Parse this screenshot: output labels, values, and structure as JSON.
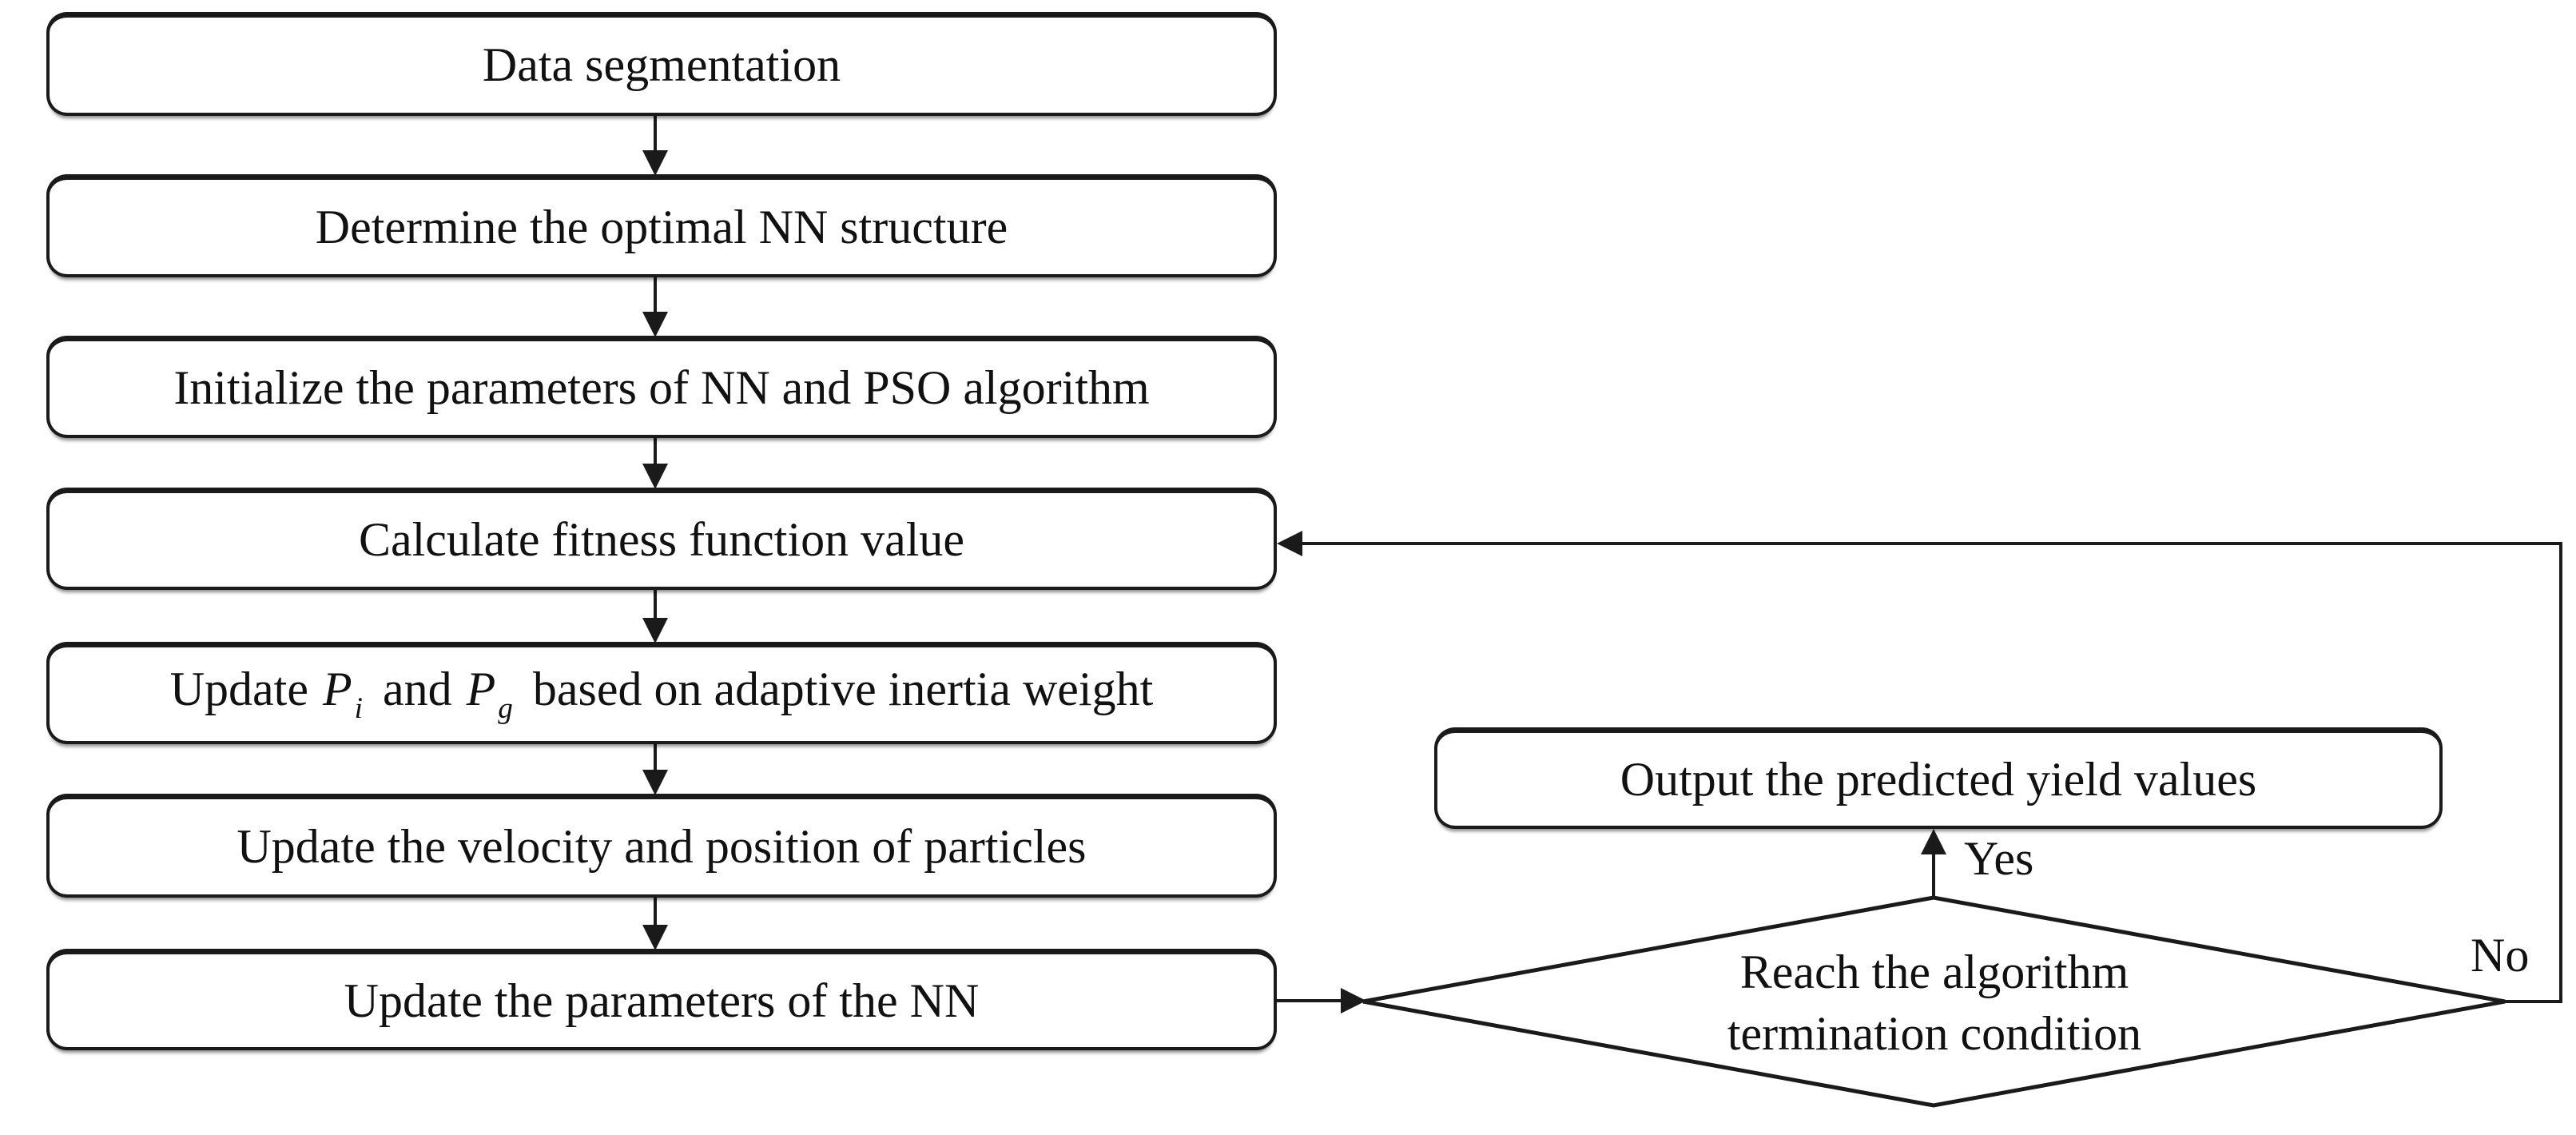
{
  "diagram": {
    "type": "flowchart",
    "colors": {
      "background": "#ffffff",
      "line": "#1a1a1a",
      "text": "#111111",
      "box_fill": "#ffffff"
    },
    "steps": [
      {
        "label": "Data segmentation"
      },
      {
        "label": "Determine the optimal NN structure"
      },
      {
        "label": "Initialize the  parameters of NN and PSO algorithm"
      },
      {
        "label": "Calculate fitness function value"
      },
      {
        "parts": {
          "pre": "Update ",
          "p1": "P",
          "sub1": "i",
          "mid": " and ",
          "p2": "P",
          "sub2": "g",
          "post": " based on adaptive inertia weight"
        }
      },
      {
        "label": "Update the velocity and position of particles"
      },
      {
        "label": "Update the parameters of the NN"
      }
    ],
    "decision": {
      "line1": "Reach the algorithm",
      "line2": "termination condition"
    },
    "output": {
      "label": "Output the predicted yield values"
    },
    "edge_labels": {
      "yes": "Yes",
      "no": "No"
    }
  }
}
